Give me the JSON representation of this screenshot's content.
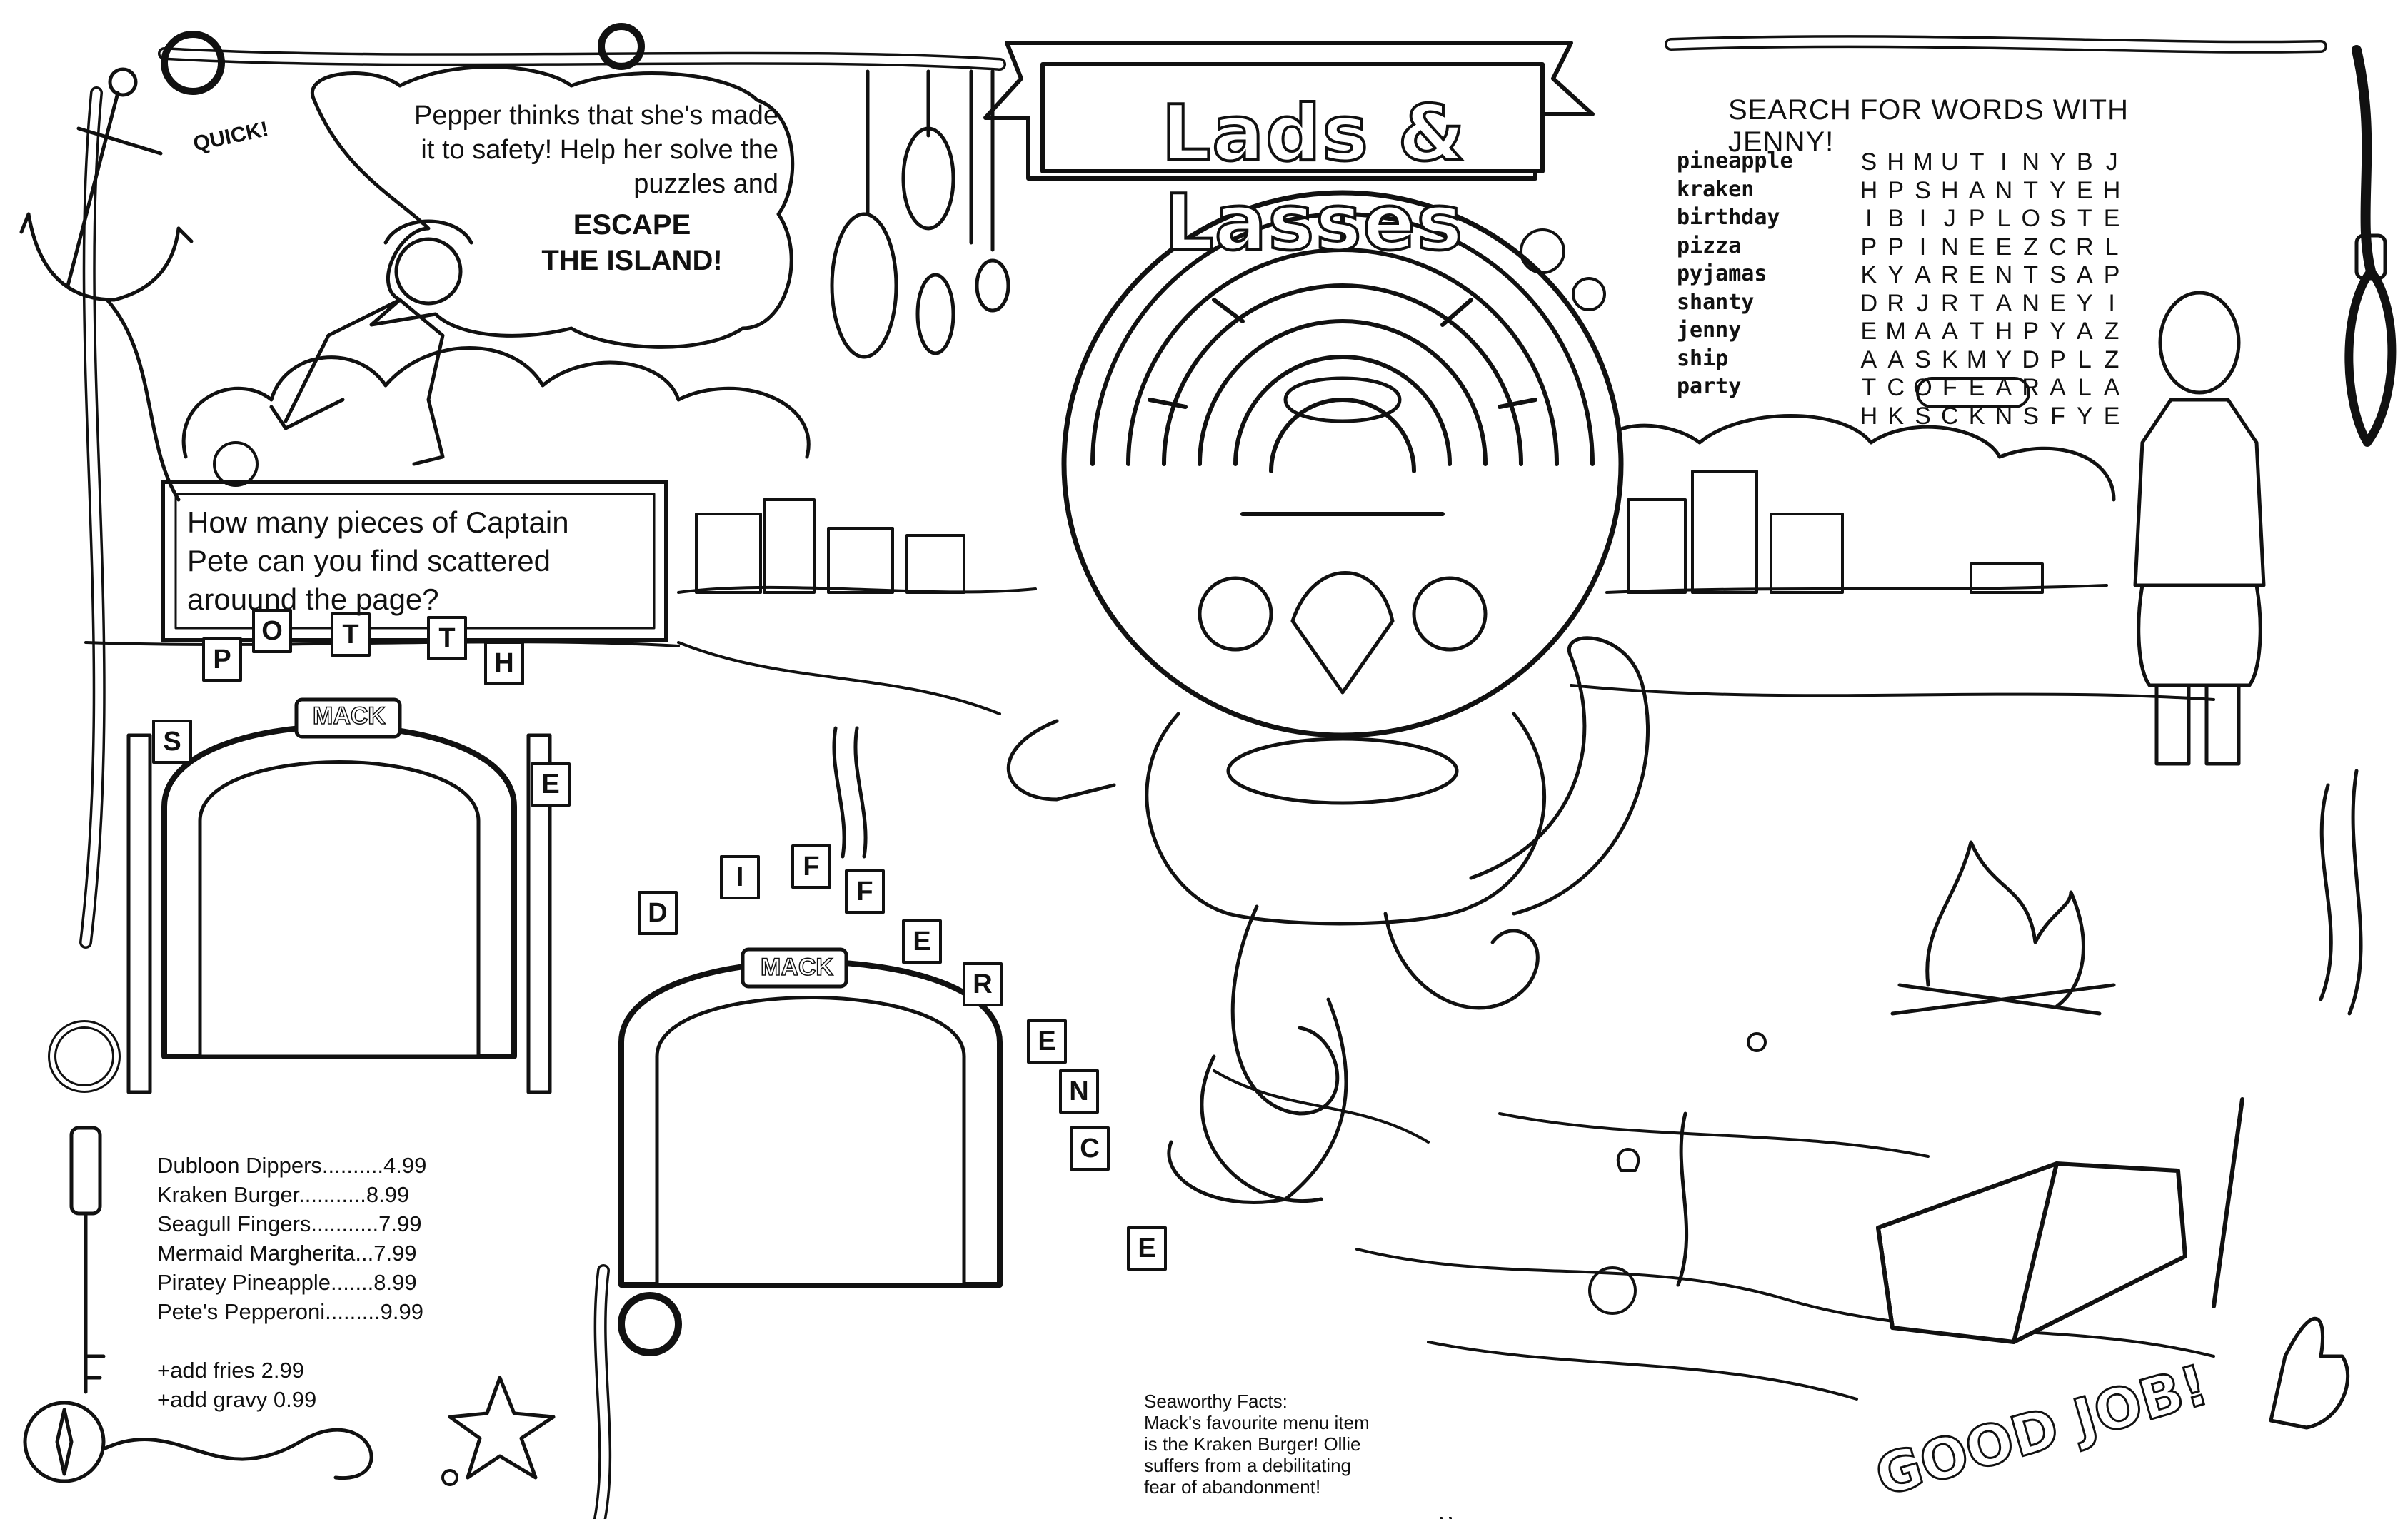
{
  "title": "Lads & Lasses",
  "intro": {
    "callout": "QUICK!",
    "lines": [
      "Pepper thinks that she's made",
      "it to safety! Help her solve the",
      "puzzles and"
    ],
    "emphasis": [
      "ESCAPE",
      "THE ISLAND!"
    ]
  },
  "word_search": {
    "heading": "SEARCH FOR WORDS WITH JENNY!",
    "words": [
      "pineapple",
      "kraken",
      "birthday",
      "pizza",
      "pyjamas",
      "shanty",
      "jenny",
      "ship",
      "party"
    ],
    "grid": [
      "SHMUTINYBJ",
      "HPSHANTYEH",
      "IBIJPLOSTE",
      "PPINEEZCRL",
      "KYARENTSAP",
      "DRJRTANEYI",
      "EMAATHPYAZ",
      "AASKMYDPLZ",
      "TCOFEARALA",
      "HKSCKNSFYE"
    ],
    "solved_word": "FEAR"
  },
  "spot_question": {
    "lines": [
      "How many pieces of Captain",
      "Pete can you find scattered",
      "arouund the page?"
    ]
  },
  "spot_the_difference": {
    "letters": [
      "S",
      "P",
      "O",
      "T",
      "T",
      "H",
      "E",
      "D",
      "I",
      "F",
      "F",
      "E",
      "R",
      "E",
      "N",
      "C",
      "E"
    ],
    "sign_left": "MACK",
    "sign_right": "MACK"
  },
  "menu": {
    "items": [
      "Dubloon Dippers..........4.99",
      "Kraken Burger...........8.99",
      "Seagull Fingers...........7.99",
      "Mermaid Margherita...7.99",
      "Piratey Pineapple.......8.99",
      "Pete's Pepperoni.........9.99"
    ],
    "extras": [
      "+add fries  2.99",
      "+add gravy 0.99"
    ]
  },
  "facts": {
    "heading": "Seaworthy Facts:",
    "lines": [
      "Mack's favourite menu item",
      "is the Kraken Burger! Ollie",
      "suffers from a debilitating",
      "fear of abandonment!"
    ]
  },
  "good_job": "GOOD JOB!",
  "colors": {
    "ink": "#111111",
    "paper": "#ffffff"
  },
  "icons": [
    "anchor-icon",
    "rope-border-icon",
    "fish-icon",
    "octopus-kraken-icon",
    "maze-icon",
    "campfire-icon",
    "rowboat-icon",
    "key-icon",
    "compass-icon",
    "starfish-icon",
    "seagull-icon",
    "parrot-icon",
    "noose-icon",
    "skull-icon",
    "seaweed-icon",
    "shell-icon",
    "gear-icon"
  ]
}
